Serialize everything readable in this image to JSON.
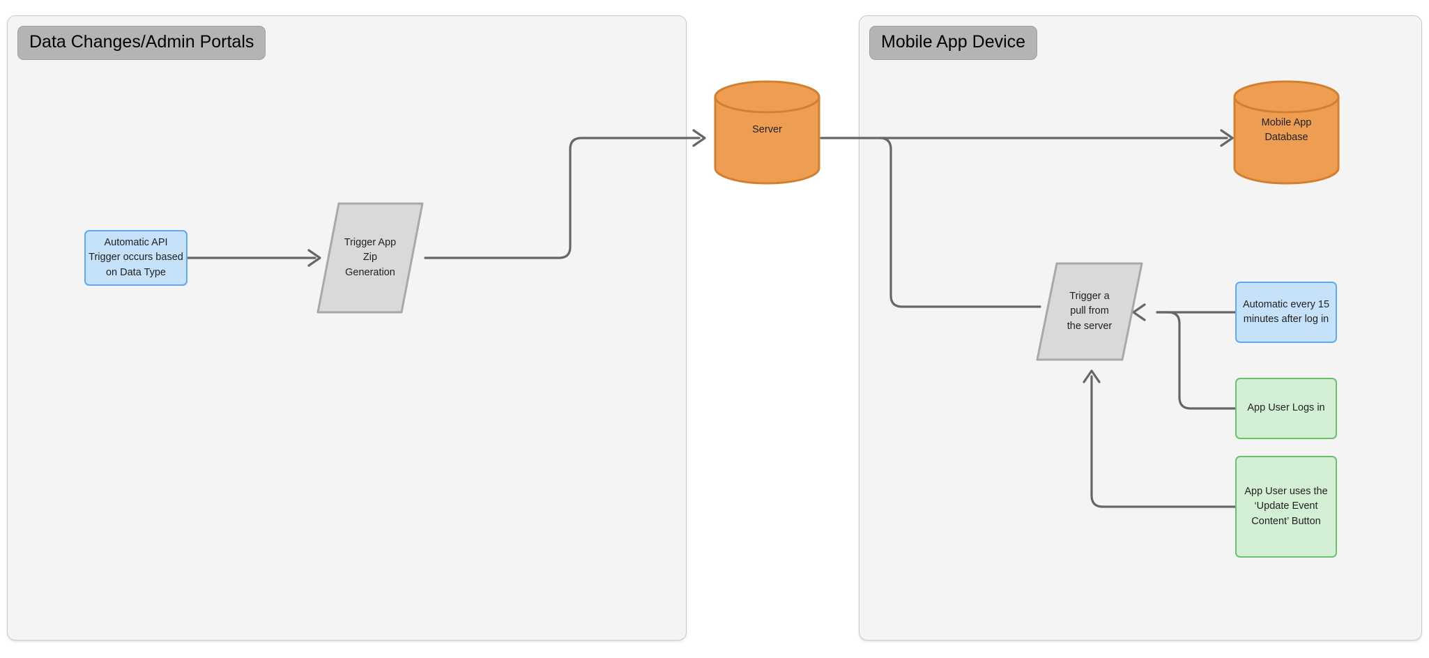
{
  "diagram": {
    "type": "flowchart",
    "title_visible": false,
    "groups": [
      {
        "id": "left",
        "label": "Data Changes/Admin Portals"
      },
      {
        "id": "right",
        "label": "Mobile App Device"
      }
    ],
    "nodes": [
      {
        "id": "api-trigger",
        "shape": "rectangle",
        "label": "Automatic API\nTrigger occurs based\non Data Type",
        "fill": "#C6E2FB",
        "stroke": "#5FA8F2",
        "group": "left"
      },
      {
        "id": "zip-generation",
        "shape": "parallelogram",
        "label": "Trigger App\nZip\nGeneration",
        "fill": "#D9D9D9",
        "stroke": "#A8A8A8",
        "group": "left"
      },
      {
        "id": "server",
        "shape": "cylinder",
        "label": "Server",
        "fill": "#EE9E52",
        "stroke": "#D2802F",
        "group": "none"
      },
      {
        "id": "mobile-app-database",
        "shape": "cylinder",
        "label": "Mobile App\nDatabase",
        "fill": "#EE9E52",
        "stroke": "#D2802F",
        "group": "right"
      },
      {
        "id": "pull-trigger",
        "shape": "parallelogram",
        "label": "Trigger a\npull from\nthe server",
        "fill": "#D9D9D9",
        "stroke": "#A8A8A8",
        "group": "right"
      },
      {
        "id": "auto-15-min",
        "shape": "rectangle",
        "label": "Automatic every 15\nminutes after log in",
        "fill": "#C6E2FB",
        "stroke": "#5FA8F2",
        "group": "right"
      },
      {
        "id": "user-logs-in",
        "shape": "rectangle",
        "label": "App User Logs in",
        "fill": "#D4F0D4",
        "stroke": "#6BC06B",
        "group": "right"
      },
      {
        "id": "update-event-content",
        "shape": "rectangle",
        "label": "App User uses the\n‘Update Event\nContent’ Button",
        "fill": "#D4F0D4",
        "stroke": "#6BC06B",
        "group": "right"
      }
    ],
    "edges": [
      {
        "id": "e1",
        "from": "api-trigger",
        "to": "zip-generation",
        "arrow": true
      },
      {
        "id": "e2",
        "from": "zip-generation",
        "to": "server",
        "arrow": true
      },
      {
        "id": "e3",
        "from": "server",
        "to": "mobile-app-database",
        "arrow": true
      },
      {
        "id": "e4",
        "from": "server",
        "to": "pull-trigger",
        "arrow": false
      },
      {
        "id": "e5",
        "from": "auto-15-min",
        "to": "pull-trigger",
        "arrow": true
      },
      {
        "id": "e6",
        "from": "user-logs-in",
        "to": "pull-trigger",
        "arrow": false
      },
      {
        "id": "e7",
        "from": "update-event-content",
        "to": "pull-trigger",
        "arrow": true
      }
    ],
    "colors": {
      "canvas": "#FFFFFF",
      "group_fill": "#F4F4F4",
      "group_stroke": "#C9C9C9",
      "group_label_fill": "#B4B4B4",
      "edge_stroke": "#666666",
      "node_text": "#1F1F1F"
    }
  }
}
